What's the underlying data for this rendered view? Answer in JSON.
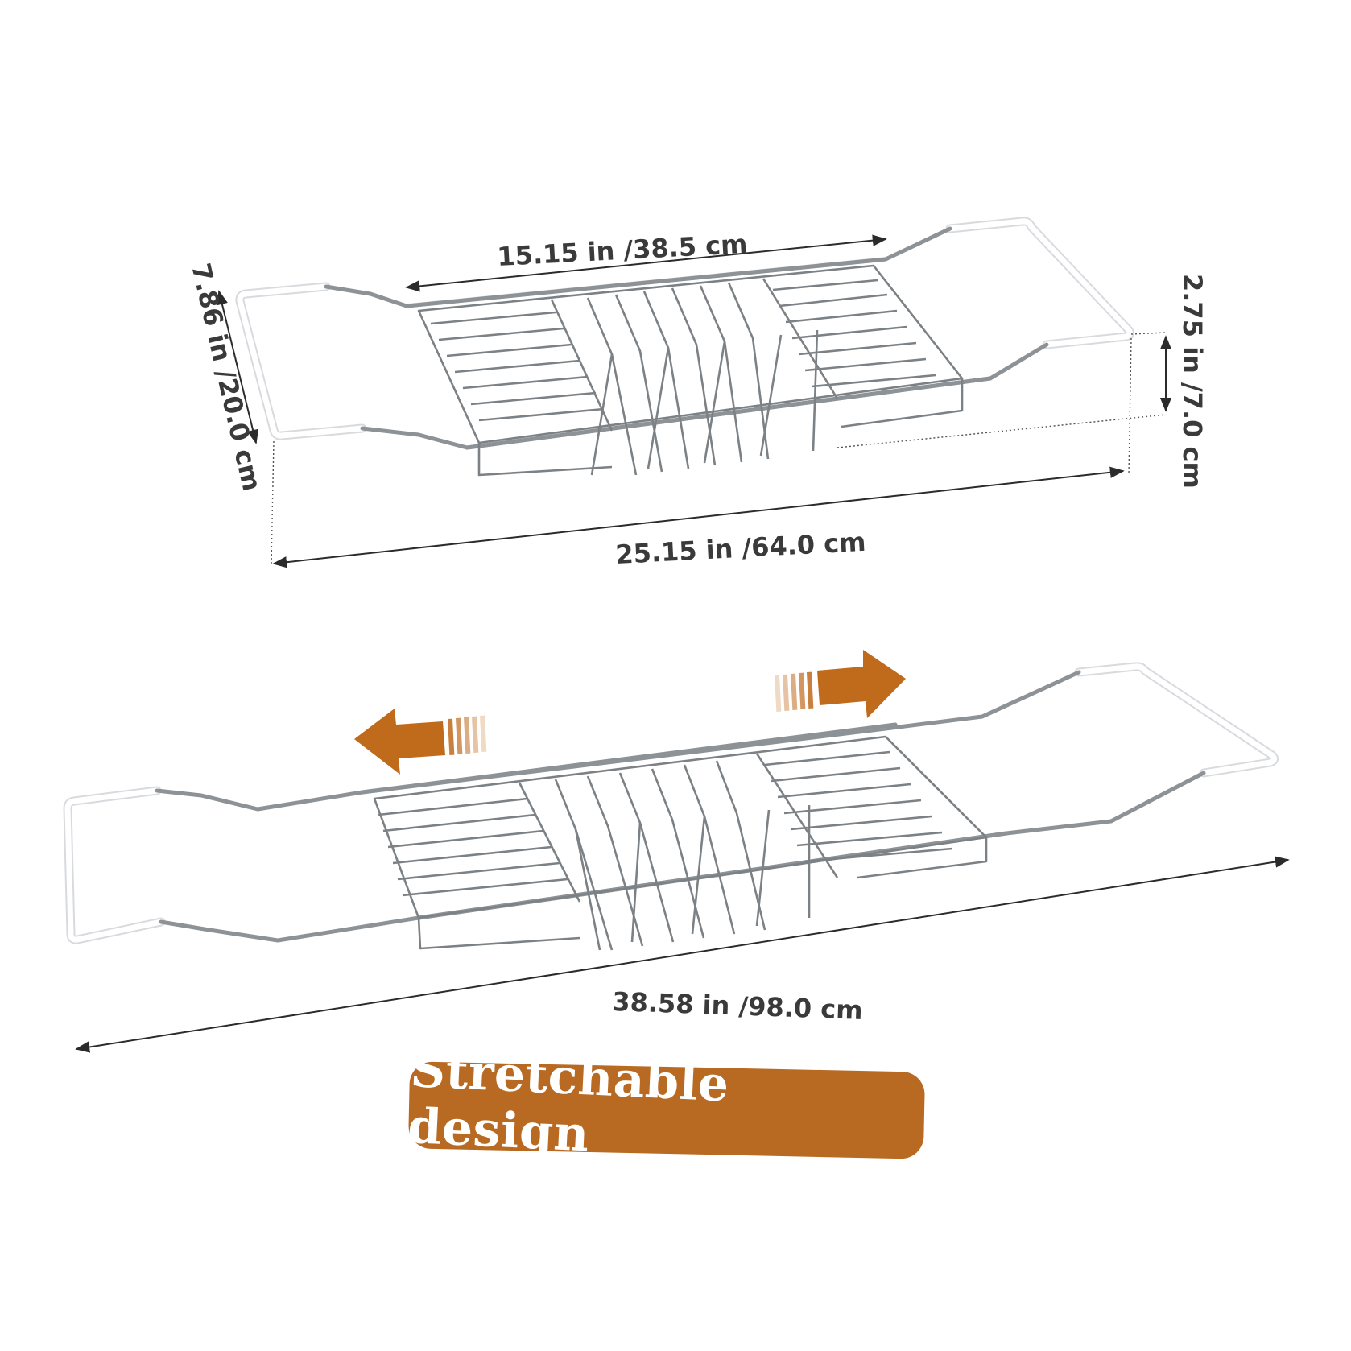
{
  "dimensions": {
    "top_inner_length": "15.15 in /38.5 cm",
    "top_width": "7.86 in /20.0 cm",
    "top_height": "2.75 in /7.0 cm",
    "top_total_length": "25.15 in /64.0 cm",
    "extended_length": "38.58 in /98.0 cm"
  },
  "badge": {
    "label": "Stretchable design"
  },
  "colors": {
    "accent": "#b96a22",
    "arrow": "#c06a1c",
    "text": "#3a3a3a",
    "metal": "#8d9296"
  }
}
